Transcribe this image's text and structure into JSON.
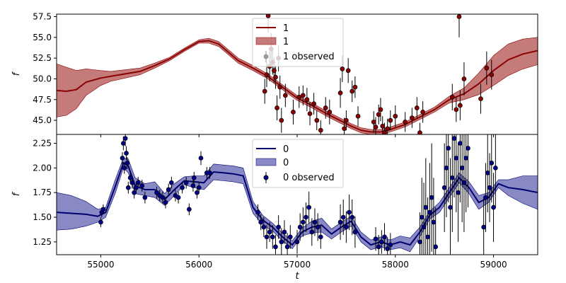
{
  "chart_data": [
    {
      "type": "line",
      "panel": "top",
      "ylabel": "f",
      "xlabel": "",
      "xlim": [
        54550,
        59450
      ],
      "ylim": [
        43.3,
        57.8
      ],
      "yticks": [
        45.0,
        47.5,
        50.0,
        52.5,
        55.0,
        57.5
      ],
      "ytick_labels": [
        "45.0",
        "47.5",
        "50.0",
        "52.5",
        "55.0",
        "57.5"
      ],
      "xticks": [
        55000,
        56000,
        57000,
        58000,
        59000
      ],
      "grid": false,
      "legend_position": "top-center",
      "colors": {
        "line": "#8b0000",
        "band": "#b85a5a",
        "point": "#8b0000",
        "legend_point": "#9a9a9a"
      },
      "series": [
        {
          "name": "1",
          "kind": "mean",
          "x": [
            54550,
            54650,
            54750,
            54850,
            55000,
            55100,
            55250,
            55400,
            55550,
            55700,
            55850,
            56000,
            56100,
            56200,
            56300,
            56400,
            56550,
            56700,
            56850,
            57000,
            57150,
            57300,
            57450,
            57550,
            57650,
            57750,
            57850,
            57950,
            58100,
            58250,
            58400,
            58550,
            58700,
            58850,
            59000,
            59150,
            59300,
            59450
          ],
          "y": [
            48.6,
            48.5,
            48.7,
            49.6,
            50.1,
            50.3,
            50.6,
            50.9,
            51.6,
            52.4,
            53.5,
            54.5,
            54.6,
            54.2,
            53.2,
            52.2,
            51.3,
            50.3,
            49.0,
            47.7,
            46.8,
            45.8,
            44.9,
            44.3,
            43.8,
            43.6,
            43.6,
            43.9,
            44.5,
            45.4,
            46.3,
            47.5,
            48.2,
            49.4,
            51.0,
            52.3,
            53.0,
            53.4
          ]
        },
        {
          "name": "1",
          "kind": "band",
          "x": [
            54550,
            54650,
            54750,
            54850,
            55000,
            55100,
            55250,
            55400,
            55550,
            55700,
            55850,
            56000,
            56100,
            56200,
            56300,
            56400,
            56550,
            56700,
            56850,
            57000,
            57150,
            57300,
            57450,
            57550,
            57650,
            57750,
            57850,
            57950,
            58100,
            58250,
            58400,
            58550,
            58700,
            58850,
            59000,
            59150,
            59300,
            59450
          ],
          "lower": [
            45.4,
            45.6,
            46.4,
            48.0,
            49.2,
            49.7,
            50.1,
            50.5,
            51.3,
            52.2,
            53.3,
            54.3,
            54.3,
            53.9,
            52.9,
            51.9,
            51.0,
            50.0,
            48.7,
            47.4,
            46.5,
            45.5,
            44.6,
            44.0,
            43.5,
            43.3,
            43.3,
            43.6,
            44.2,
            45.1,
            46.0,
            47.1,
            47.5,
            48.1,
            49.2,
            50.4,
            51.2,
            51.7
          ],
          "upper": [
            51.8,
            51.4,
            51.0,
            51.2,
            51.0,
            50.9,
            51.1,
            51.3,
            51.9,
            52.6,
            53.7,
            54.7,
            54.9,
            54.5,
            53.5,
            52.5,
            51.6,
            50.6,
            49.3,
            48.0,
            47.1,
            46.1,
            45.2,
            44.6,
            44.1,
            43.9,
            43.9,
            44.2,
            44.8,
            45.7,
            46.6,
            47.9,
            48.9,
            50.7,
            52.8,
            54.2,
            54.8,
            55.0
          ]
        },
        {
          "name": "1 observed",
          "kind": "observed",
          "x": [
            56670,
            56690,
            56705,
            56720,
            56735,
            56750,
            56765,
            56780,
            56795,
            56810,
            56825,
            56840,
            56880,
            56960,
            57020,
            57060,
            57100,
            57130,
            57170,
            57200,
            57240,
            57290,
            57330,
            57440,
            57460,
            57480,
            57500,
            57520,
            57560,
            57590,
            57620,
            57780,
            57800,
            57830,
            57850,
            57870,
            57890,
            57920,
            57950,
            58000,
            58100,
            58170,
            58220,
            58250,
            58280,
            58580,
            58620,
            58650,
            58660,
            58700,
            58870,
            58930,
            58980
          ],
          "y": [
            48.5,
            50.5,
            57.6,
            51.5,
            53.6,
            52.0,
            51.0,
            50.2,
            46.5,
            52.5,
            49.0,
            45.0,
            48.0,
            46.0,
            47.8,
            48.0,
            47.5,
            45.8,
            47.0,
            45.0,
            43.8,
            46.5,
            46.0,
            48.3,
            51.2,
            44.0,
            45.0,
            51.0,
            48.5,
            49.0,
            45.5,
            44.8,
            44.2,
            45.7,
            46.3,
            44.3,
            43.5,
            44.0,
            45.0,
            45.5,
            44.8,
            45.3,
            46.5,
            43.5,
            46.0,
            47.8,
            46.3,
            57.5,
            46.8,
            50.0,
            47.6,
            51.3,
            50.5
          ],
          "yerr": [
            1.5,
            1.5,
            2.0,
            1.8,
            1.9,
            1.5,
            1.5,
            1.4,
            1.5,
            1.6,
            1.4,
            1.5,
            1.4,
            1.5,
            1.3,
            1.2,
            1.4,
            1.4,
            1.3,
            1.2,
            1.2,
            1.3,
            1.5,
            1.8,
            1.6,
            1.3,
            1.2,
            1.5,
            1.3,
            1.3,
            1.2,
            1.3,
            1.2,
            1.2,
            1.4,
            1.2,
            1.2,
            1.2,
            1.2,
            1.3,
            1.2,
            1.2,
            1.3,
            1.2,
            1.3,
            1.6,
            1.5,
            2.5,
            1.8,
            2.0,
            1.8,
            2.0,
            1.8
          ]
        }
      ]
    },
    {
      "type": "line",
      "panel": "bottom",
      "ylabel": "f",
      "xlabel": "t",
      "xlim": [
        54550,
        59450
      ],
      "ylim": [
        1.12,
        2.34
      ],
      "yticks": [
        1.25,
        1.5,
        1.75,
        2.0,
        2.25
      ],
      "ytick_labels": [
        "1.25",
        "1.50",
        "1.75",
        "2.00",
        "2.25"
      ],
      "xticks": [
        55000,
        56000,
        57000,
        58000,
        59000
      ],
      "xtick_labels": [
        "55000",
        "56000",
        "57000",
        "58000",
        "59000"
      ],
      "grid": false,
      "legend_position": "top-center",
      "colors": {
        "line": "#00006e",
        "band": "#6b6bb8",
        "point": "#00008b"
      },
      "series": [
        {
          "name": "0",
          "kind": "mean",
          "x": [
            54550,
            54700,
            54850,
            54970,
            55050,
            55150,
            55230,
            55280,
            55350,
            55450,
            55550,
            55650,
            55750,
            55850,
            55950,
            56050,
            56150,
            56250,
            56350,
            56450,
            56550,
            56650,
            56750,
            56850,
            56950,
            57050,
            57150,
            57250,
            57350,
            57450,
            57550,
            57650,
            57750,
            57850,
            57950,
            58050,
            58150,
            58250,
            58350,
            58450,
            58550,
            58650,
            58750,
            58850,
            58950,
            59050,
            59150,
            59300,
            59450
          ],
          "y": [
            1.55,
            1.54,
            1.53,
            1.51,
            1.55,
            1.82,
            2.05,
            2.02,
            1.82,
            1.78,
            1.78,
            1.68,
            1.78,
            1.87,
            1.86,
            1.85,
            1.96,
            1.95,
            1.94,
            1.92,
            1.6,
            1.47,
            1.4,
            1.3,
            1.22,
            1.35,
            1.4,
            1.42,
            1.33,
            1.4,
            1.46,
            1.3,
            1.22,
            1.25,
            1.22,
            1.25,
            1.22,
            1.35,
            1.52,
            1.6,
            1.75,
            1.9,
            1.8,
            1.65,
            1.7,
            1.84,
            1.8,
            1.78,
            1.75
          ]
        },
        {
          "name": "0",
          "kind": "band",
          "x": [
            54550,
            54700,
            54850,
            54970,
            55050,
            55150,
            55230,
            55280,
            55350,
            55450,
            55550,
            55650,
            55750,
            55850,
            55950,
            56050,
            56150,
            56250,
            56350,
            56450,
            56550,
            56650,
            56750,
            56850,
            56950,
            57050,
            57150,
            57250,
            57350,
            57450,
            57550,
            57650,
            57750,
            57850,
            57950,
            58050,
            58150,
            58250,
            58350,
            58450,
            58550,
            58650,
            58750,
            58850,
            58950,
            59050,
            59150,
            59300,
            59450
          ],
          "lower": [
            1.37,
            1.38,
            1.41,
            1.45,
            1.5,
            1.75,
            2.0,
            1.95,
            1.74,
            1.72,
            1.7,
            1.62,
            1.72,
            1.83,
            1.8,
            1.78,
            1.88,
            1.87,
            1.86,
            1.84,
            1.54,
            1.42,
            1.36,
            1.26,
            1.18,
            1.31,
            1.34,
            1.35,
            1.28,
            1.35,
            1.41,
            1.25,
            1.17,
            1.2,
            1.17,
            1.19,
            1.15,
            1.3,
            1.48,
            1.55,
            1.7,
            1.85,
            1.74,
            1.58,
            1.65,
            1.8,
            1.72,
            1.64,
            1.58
          ],
          "upper": [
            1.75,
            1.72,
            1.66,
            1.58,
            1.6,
            1.89,
            2.1,
            2.09,
            1.9,
            1.84,
            1.86,
            1.74,
            1.84,
            1.91,
            1.92,
            1.92,
            2.04,
            2.03,
            2.02,
            2.0,
            1.66,
            1.52,
            1.44,
            1.34,
            1.26,
            1.39,
            1.46,
            1.49,
            1.38,
            1.45,
            1.51,
            1.35,
            1.27,
            1.3,
            1.27,
            1.31,
            1.29,
            1.4,
            1.56,
            1.65,
            1.8,
            1.95,
            1.86,
            1.72,
            1.75,
            1.88,
            1.88,
            1.92,
            1.92
          ]
        },
        {
          "name": "0 observed",
          "kind": "observed",
          "x": [
            55000,
            55010,
            55025,
            55220,
            55230,
            55240,
            55250,
            55260,
            55270,
            55280,
            55300,
            55320,
            55340,
            55360,
            55380,
            55420,
            55450,
            55570,
            55600,
            55630,
            55660,
            55690,
            55720,
            55760,
            55790,
            55830,
            55870,
            55900,
            55940,
            55950,
            55980,
            56000,
            56020,
            56080,
            56110,
            56600,
            56630,
            56660,
            56690,
            56720,
            56750,
            56780,
            56810,
            56840,
            56870,
            56900,
            56930,
            57000,
            57030,
            57060,
            57090,
            57120,
            57150,
            57180,
            57210,
            57240,
            57440,
            57470,
            57500,
            57530,
            57560,
            57590,
            57800,
            57830,
            57860,
            57890,
            57920,
            57950,
            58250,
            58270,
            58290,
            58310,
            58330,
            58350,
            58370,
            58390,
            58410,
            58500,
            58520,
            58540,
            58560,
            58580,
            58600,
            58620,
            58640,
            58660,
            58680,
            58700,
            58720,
            58740,
            58900,
            58920,
            58940,
            58960,
            58980,
            59000,
            59020
          ],
          "y": [
            1.45,
            1.55,
            1.58,
            2.1,
            2.25,
            2.0,
            2.3,
            2.15,
            2.05,
            1.8,
            1.9,
            1.85,
            1.75,
            1.8,
            1.85,
            1.82,
            1.7,
            1.75,
            1.72,
            1.7,
            1.65,
            1.78,
            1.85,
            1.72,
            1.7,
            1.8,
            1.85,
            1.58,
            1.82,
            1.9,
            1.75,
            1.8,
            2.1,
            1.95,
            1.95,
            1.55,
            1.45,
            1.4,
            1.3,
            1.35,
            1.3,
            1.2,
            1.4,
            1.25,
            1.35,
            1.2,
            1.3,
            1.25,
            1.4,
            1.45,
            1.5,
            1.6,
            1.35,
            1.45,
            1.4,
            1.3,
            1.45,
            1.5,
            1.4,
            1.55,
            1.5,
            1.35,
            1.28,
            1.2,
            1.25,
            1.3,
            1.18,
            1.22,
            1.25,
            1.5,
            1.4,
            1.6,
            1.3,
            1.55,
            1.7,
            1.45,
            1.2,
            1.8,
            2.0,
            2.2,
            1.6,
            1.9,
            2.3,
            2.1,
            1.75,
            2.25,
            2.0,
            1.85,
            2.1,
            2.2,
            1.4,
            1.7,
            1.95,
            1.8,
            2.05,
            1.6,
            2.0
          ],
          "yerr": [
            0.05,
            0.05,
            0.05,
            0.06,
            0.07,
            0.06,
            0.08,
            0.07,
            0.06,
            0.06,
            0.06,
            0.06,
            0.06,
            0.06,
            0.06,
            0.06,
            0.06,
            0.06,
            0.06,
            0.06,
            0.06,
            0.06,
            0.06,
            0.06,
            0.06,
            0.06,
            0.06,
            0.06,
            0.06,
            0.06,
            0.06,
            0.06,
            0.07,
            0.06,
            0.06,
            0.08,
            0.08,
            0.1,
            0.12,
            0.1,
            0.12,
            0.12,
            0.12,
            0.14,
            0.12,
            0.14,
            0.12,
            0.12,
            0.14,
            0.15,
            0.15,
            0.16,
            0.14,
            0.14,
            0.14,
            0.12,
            0.18,
            0.18,
            0.16,
            0.18,
            0.18,
            0.16,
            0.12,
            0.12,
            0.12,
            0.14,
            0.12,
            0.12,
            0.3,
            0.4,
            0.45,
            0.5,
            0.4,
            0.5,
            0.55,
            0.45,
            0.4,
            0.45,
            0.5,
            0.55,
            0.5,
            0.55,
            0.6,
            0.55,
            0.5,
            0.6,
            0.55,
            0.5,
            0.55,
            0.6,
            0.3,
            0.35,
            0.4,
            0.35,
            0.4,
            0.35,
            0.4
          ]
        }
      ]
    }
  ]
}
